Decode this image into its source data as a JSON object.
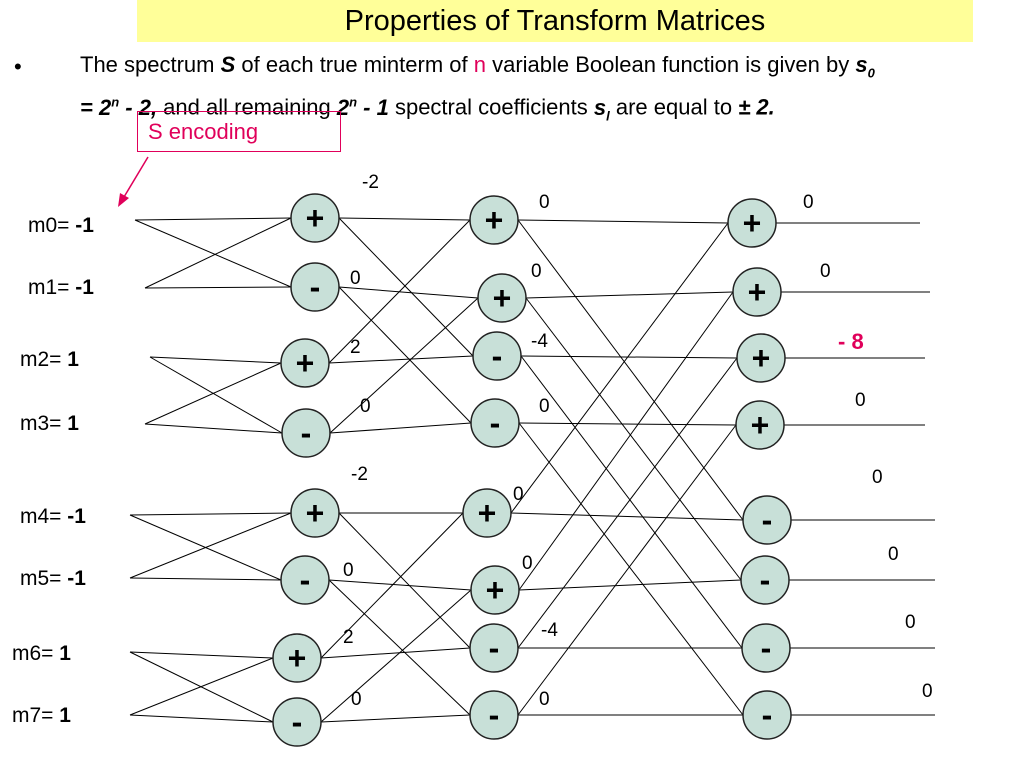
{
  "title": "Properties of Transform Matrices",
  "bullet": {
    "dot": "•",
    "t1": "The spectrum ",
    "S": "S",
    "t2": " of each true minterm of ",
    "n": "n",
    "t3": " variable Boolean function is given by ",
    "s0": "s",
    "s0_sub": "0",
    "eq1": "= 2",
    "eq1_sup": "n",
    "eq1_end": " - 2,",
    "t4": " and all remaining ",
    "c2": "2",
    "c2_sup": "n",
    "c2_end": " - 1",
    "t5": " spectral coefficients ",
    "sl": "s",
    "sl_sub": "l",
    "t6": " are equal to ",
    "pm": "± 2."
  },
  "encoding_box": "S encoding",
  "minterms": [
    {
      "name": "m0= ",
      "value": "-1"
    },
    {
      "name": "m1= ",
      "value": "-1"
    },
    {
      "name": "m2= ",
      "value": "1"
    },
    {
      "name": "m3= ",
      "value": "1"
    },
    {
      "name": "m4= ",
      "value": "-1"
    },
    {
      "name": "m5= ",
      "value": "-1"
    },
    {
      "name": "m6= ",
      "value": "1"
    },
    {
      "name": "m7= ",
      "value": "1"
    }
  ],
  "stage1": {
    "ops": [
      "+",
      "-",
      "+",
      "-",
      "+",
      "-",
      "+",
      "-"
    ],
    "outputs": [
      "-2",
      "0",
      "2",
      "0",
      "-2",
      "0",
      "2",
      "0"
    ]
  },
  "stage2": {
    "ops": [
      "+",
      "+",
      "-",
      "-",
      "+",
      "+",
      "-",
      "-"
    ],
    "outputs": [
      "0",
      "0",
      "-4",
      "0",
      "0",
      "0",
      "-4",
      "0"
    ]
  },
  "stage3": {
    "ops": [
      "+",
      "+",
      "+",
      "+",
      "-",
      "-",
      "-",
      "-"
    ],
    "outputs": [
      "0",
      "0",
      "- 8",
      "0",
      "0",
      "0",
      "0",
      "0"
    ]
  },
  "colors": {
    "title_bg": "#ffff99",
    "node_fill": "#c8e0d8",
    "accent": "#e0005a"
  }
}
